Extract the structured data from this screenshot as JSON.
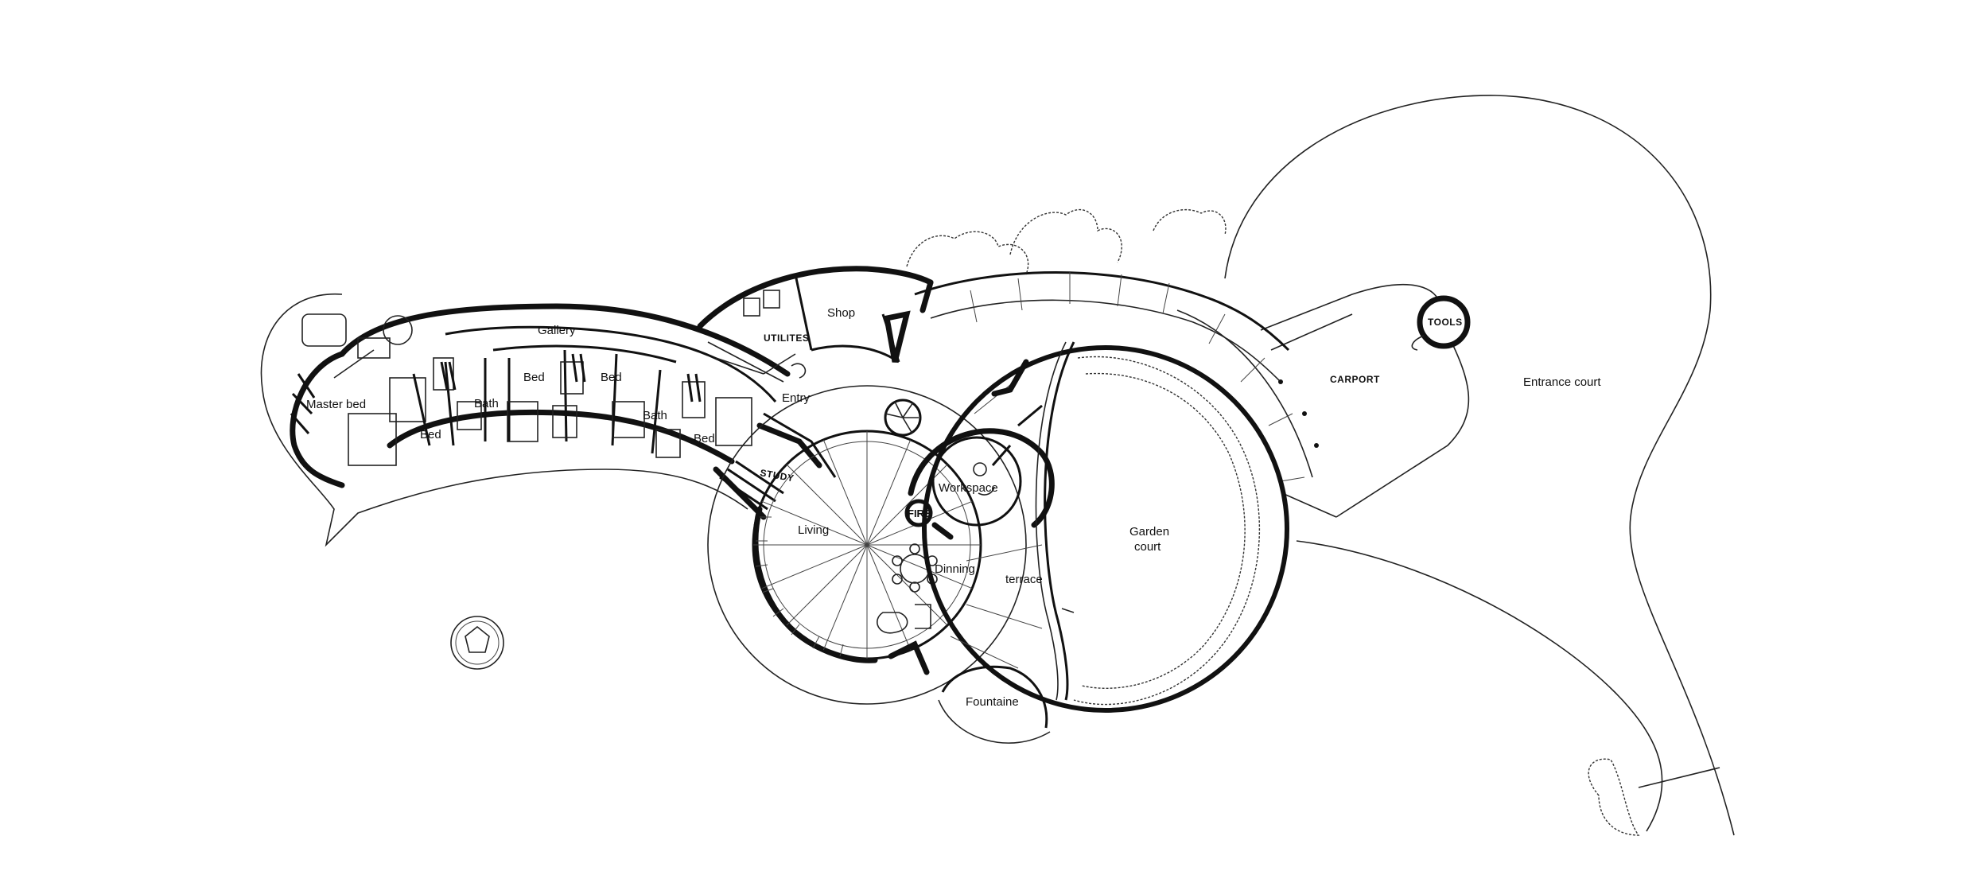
{
  "plan": {
    "rooms": {
      "gallery": "Gallery",
      "master_bed": "Master bed",
      "bed_1": "Bed",
      "bath_1": "Bath",
      "bed_2": "Bed",
      "bed_3": "Bed",
      "bath_2": "Bath",
      "bed_4": "Bed",
      "shop": "Shop",
      "utilities": "UTILITES",
      "entry": "Entry",
      "study": "STUDY",
      "living": "Living",
      "workspace": "Workspace",
      "fire": "FIRE",
      "dinning": "Dinning",
      "terrace": "terrace",
      "garden_court_line1": "Garden",
      "garden_court_line2": "court",
      "fountaine": "Fountaine",
      "carport": "CARPORT",
      "tools": "TOOLS",
      "entrance_court": "Entrance court"
    }
  }
}
